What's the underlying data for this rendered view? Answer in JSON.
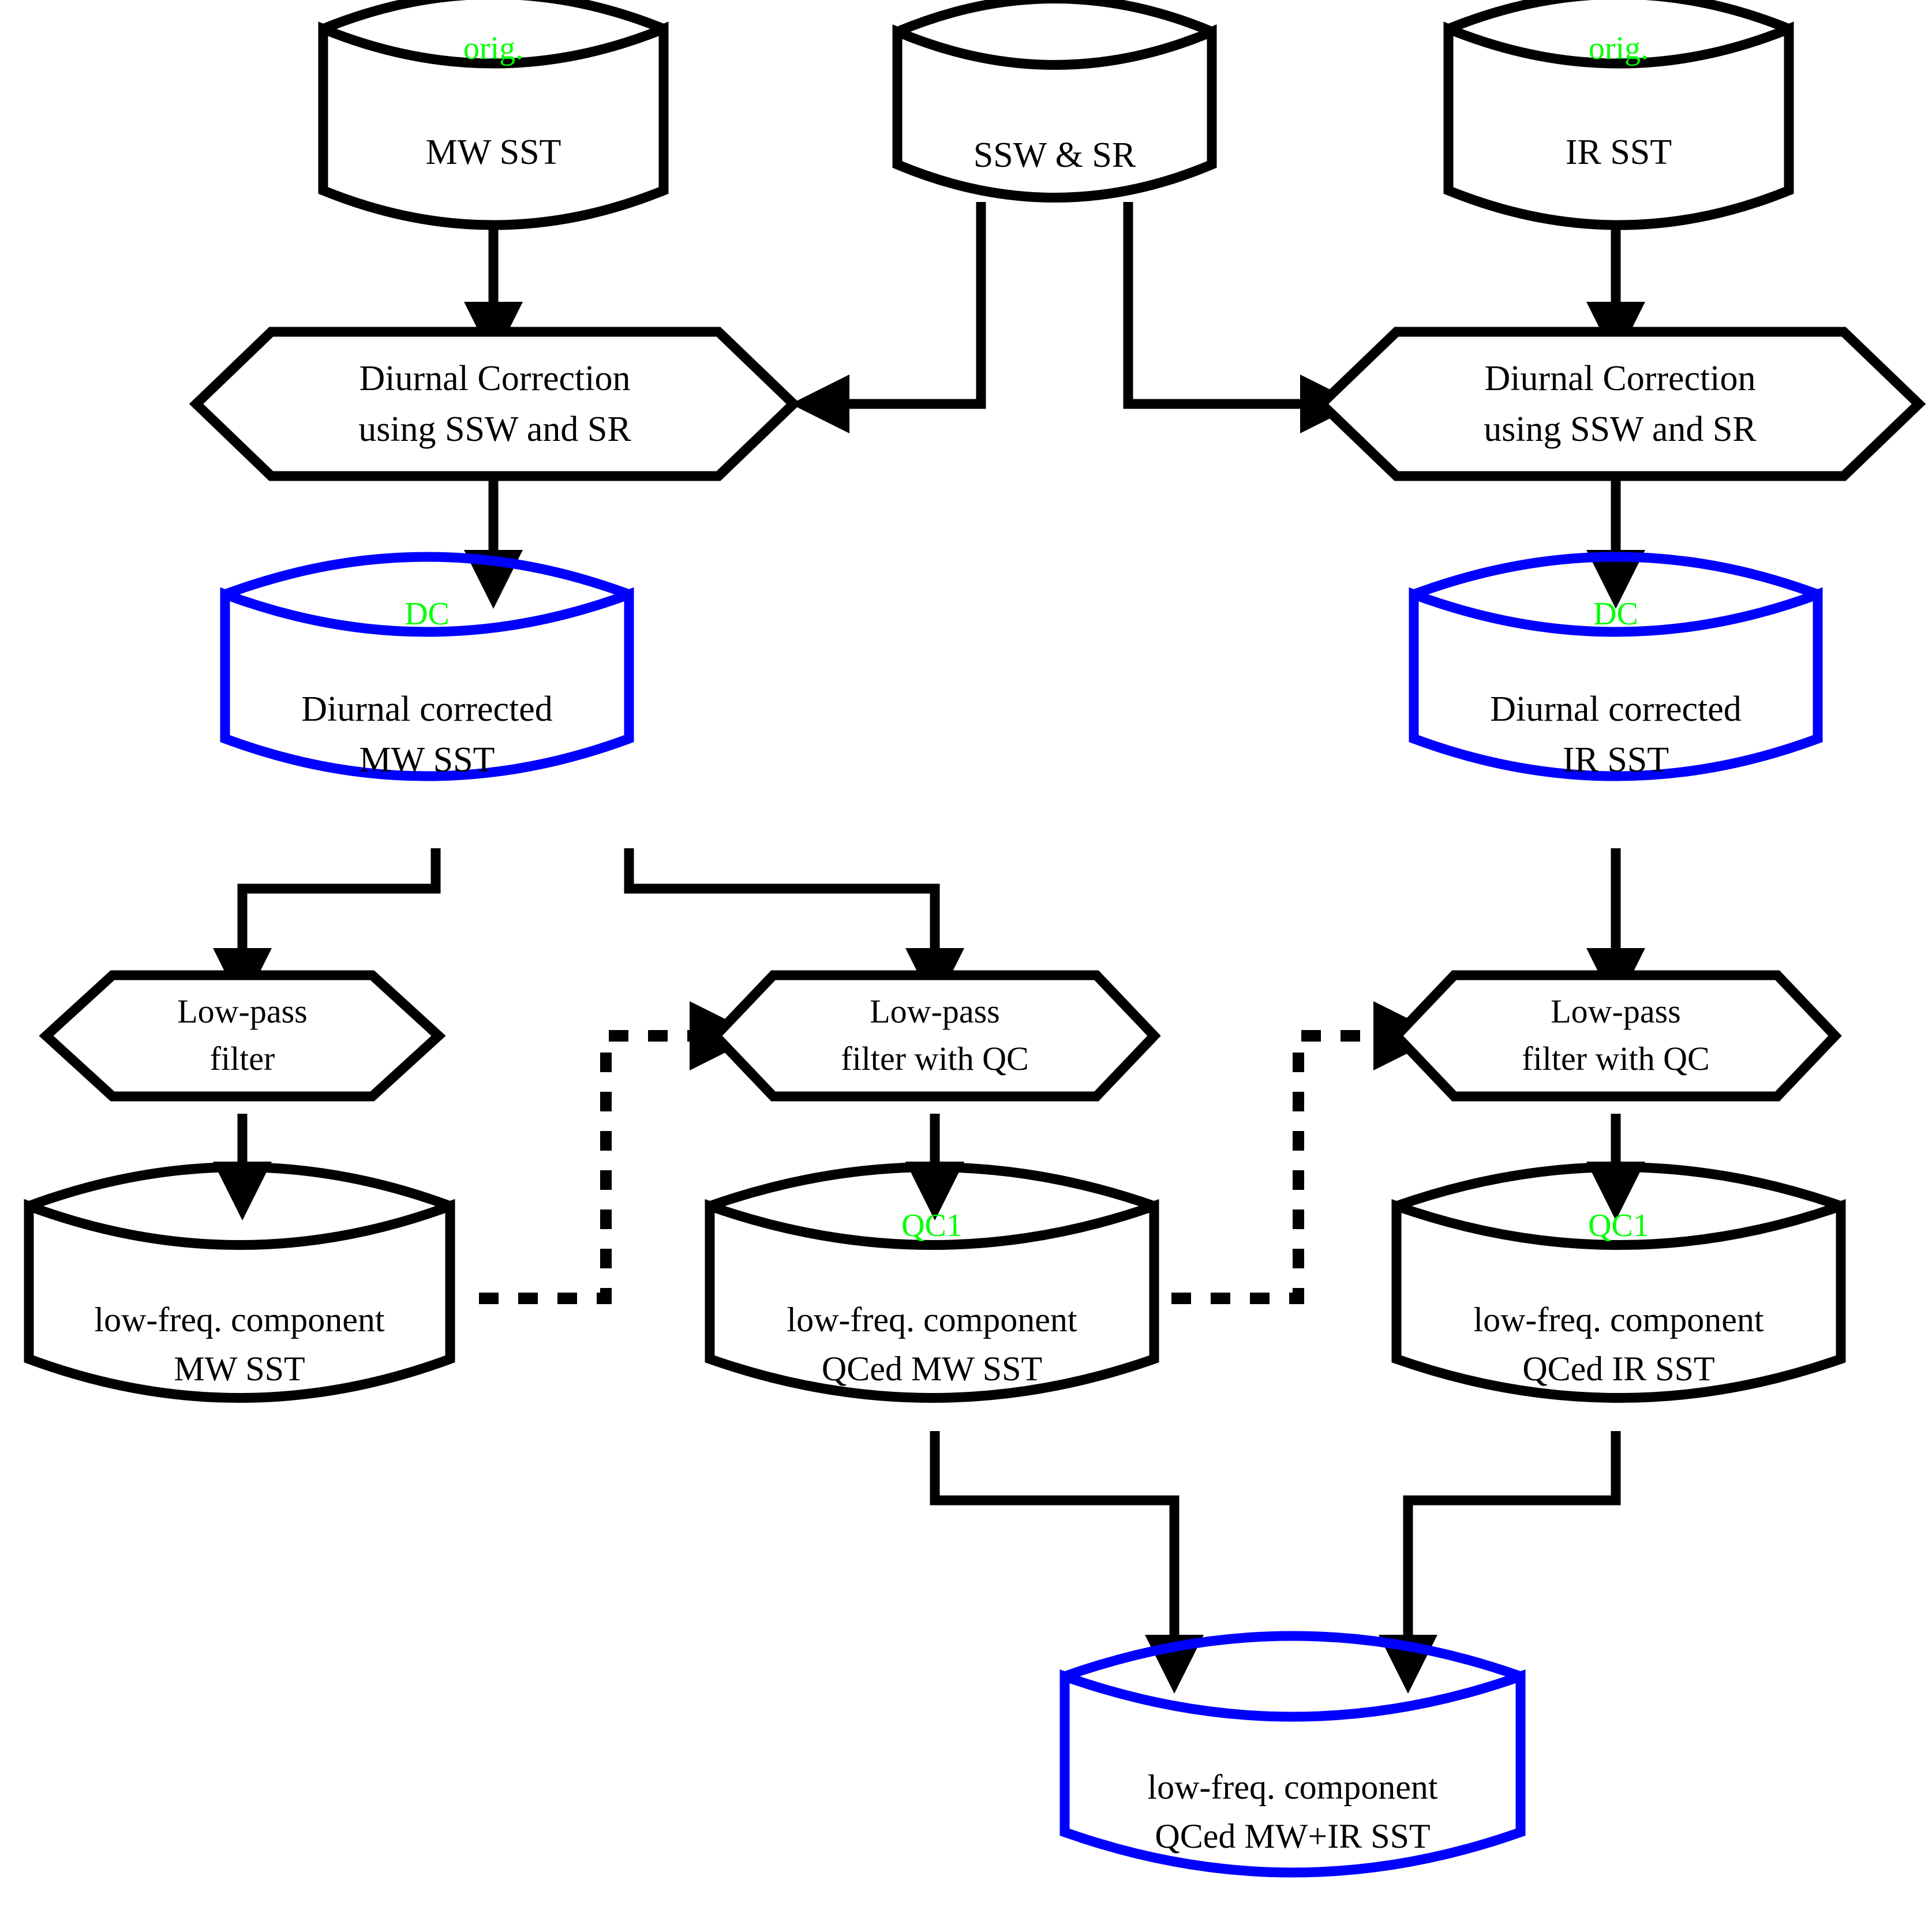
{
  "diagram": {
    "title": "SST diurnal correction and low-pass filtering workflow",
    "colors": {
      "stroke_default": "#000000",
      "stroke_highlight": "#0000ff",
      "tag_text": "#00ff00",
      "background": "#ffffff"
    },
    "nodes": [
      {
        "id": "mw_sst",
        "kind": "cylinder",
        "color": "black",
        "tag": "orig.",
        "label": "MW SST"
      },
      {
        "id": "ssw_sr",
        "kind": "cylinder",
        "color": "black",
        "tag": "",
        "label": "SSW & SR"
      },
      {
        "id": "ir_sst",
        "kind": "cylinder",
        "color": "black",
        "tag": "orig.",
        "label": "IR SST"
      },
      {
        "id": "dc_left",
        "kind": "hexagon",
        "color": "black",
        "tag": "",
        "label": "Diurnal Correction\nusing SSW and SR"
      },
      {
        "id": "dc_right",
        "kind": "hexagon",
        "color": "black",
        "tag": "",
        "label": "Diurnal Correction\nusing SSW and SR"
      },
      {
        "id": "dc_mw",
        "kind": "cylinder",
        "color": "blue",
        "tag": "DC",
        "label": "Diurnal corrected\nMW SST"
      },
      {
        "id": "dc_ir",
        "kind": "cylinder",
        "color": "blue",
        "tag": "DC",
        "label": "Diurnal corrected\nIR SST"
      },
      {
        "id": "lp_plain",
        "kind": "hexagon",
        "color": "black",
        "tag": "",
        "label": "Low-pass\nfilter"
      },
      {
        "id": "lp_qc_mw",
        "kind": "hexagon",
        "color": "black",
        "tag": "",
        "label": "Low-pass\nfilter with QC"
      },
      {
        "id": "lp_qc_ir",
        "kind": "hexagon",
        "color": "black",
        "tag": "",
        "label": "Low-pass\nfilter with QC"
      },
      {
        "id": "lf_mw",
        "kind": "cylinder",
        "color": "black",
        "tag": "",
        "label": "low-freq. component\nMW SST"
      },
      {
        "id": "lf_qc_mw",
        "kind": "cylinder",
        "color": "black",
        "tag": "QC1",
        "label": "low-freq. component\nQCed MW SST"
      },
      {
        "id": "lf_qc_ir",
        "kind": "cylinder",
        "color": "black",
        "tag": "QC1",
        "label": "low-freq. component\nQCed IR SST"
      },
      {
        "id": "lf_qc_mwir",
        "kind": "cylinder",
        "color": "blue",
        "tag": "",
        "label": "low-freq. component\nQCed MW+IR SST"
      }
    ],
    "edges": [
      {
        "from": "mw_sst",
        "to": "dc_left",
        "style": "solid"
      },
      {
        "from": "ir_sst",
        "to": "dc_right",
        "style": "solid"
      },
      {
        "from": "ssw_sr",
        "to": "dc_left",
        "style": "solid"
      },
      {
        "from": "ssw_sr",
        "to": "dc_right",
        "style": "solid"
      },
      {
        "from": "dc_left",
        "to": "dc_mw",
        "style": "solid"
      },
      {
        "from": "dc_right",
        "to": "dc_ir",
        "style": "solid"
      },
      {
        "from": "dc_mw",
        "to": "lp_plain",
        "style": "solid"
      },
      {
        "from": "dc_mw",
        "to": "lp_qc_mw",
        "style": "solid"
      },
      {
        "from": "dc_ir",
        "to": "lp_qc_ir",
        "style": "solid"
      },
      {
        "from": "lp_plain",
        "to": "lf_mw",
        "style": "solid"
      },
      {
        "from": "lp_qc_mw",
        "to": "lf_qc_mw",
        "style": "solid"
      },
      {
        "from": "lp_qc_ir",
        "to": "lf_qc_ir",
        "style": "solid"
      },
      {
        "from": "lf_mw",
        "to": "lp_qc_mw",
        "style": "dotted"
      },
      {
        "from": "lf_qc_mw",
        "to": "lp_qc_ir",
        "style": "dotted"
      },
      {
        "from": "lf_qc_mw",
        "to": "lf_qc_mwir",
        "style": "solid"
      },
      {
        "from": "lf_qc_ir",
        "to": "lf_qc_mwir",
        "style": "solid"
      }
    ]
  }
}
